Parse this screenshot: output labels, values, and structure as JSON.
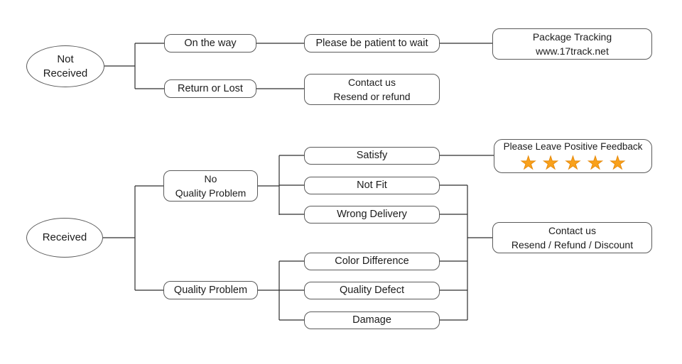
{
  "colors": {
    "background": "#ffffff",
    "line": "#2e2e2e",
    "box_border": "#5a5a5a",
    "text": "#1c1c1c",
    "star": "#f9a11b",
    "star_outline": "#e78c0e"
  },
  "nodes": {
    "not_received": {
      "label": "Not Received"
    },
    "on_the_way": {
      "label": "On the way"
    },
    "please_wait": {
      "label": "Please be patient to wait"
    },
    "package_tracking": {
      "line1": "Package Tracking",
      "line2": "www.17track.net"
    },
    "return_or_lost": {
      "label": "Return or Lost"
    },
    "contact_resend_refund": {
      "line1": "Contact us",
      "line2": "Resend or refund"
    },
    "received": {
      "label": "Received"
    },
    "no_quality_problem": {
      "line1": "No",
      "line2": "Quality Problem"
    },
    "quality_problem": {
      "label": "Quality Problem"
    },
    "satisfy": {
      "label": "Satisfy"
    },
    "not_fit": {
      "label": "Not Fit"
    },
    "wrong_delivery": {
      "label": "Wrong Delivery"
    },
    "color_difference": {
      "label": "Color Difference"
    },
    "quality_defect": {
      "label": "Quality Defect"
    },
    "damage": {
      "label": "Damage"
    },
    "positive_feedback": {
      "label": "Please Leave Positive Feedback",
      "stars": "★★★★★",
      "star_count": 5
    },
    "contact_resend_refund_discount": {
      "line1": "Contact us",
      "line2": "Resend / Refund / Discount"
    }
  }
}
